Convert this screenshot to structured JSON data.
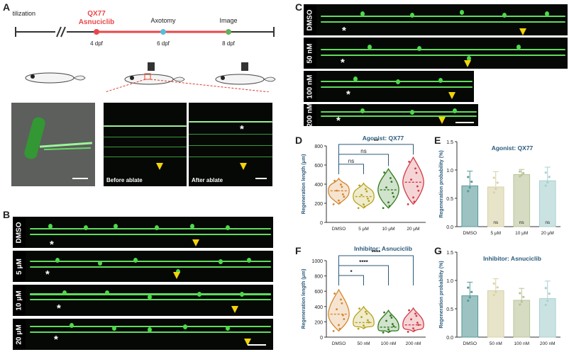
{
  "panels": {
    "A": "A",
    "B": "B",
    "C": "C",
    "D": "D",
    "E": "E",
    "F": "F",
    "G": "G"
  },
  "timeline": {
    "start_label": "Fertilization",
    "drug_line1": "QX77",
    "drug_line2": "Asnuciclib",
    "axotomy_label": "Axotomy",
    "image_label": "Image",
    "t1": "4 dpf",
    "t2": "6 dpf",
    "t3": "8 dpf",
    "colors": {
      "drug": "#e8474a",
      "axotomy": "#5bbcd9",
      "image": "#67b05a"
    }
  },
  "panel_a_images": {
    "before_label": "Before ablate",
    "after_label": "After ablate"
  },
  "panel_b_rows": [
    {
      "label": "DMSO"
    },
    {
      "label": "5 μM"
    },
    {
      "label": "10 μM"
    },
    {
      "label": "20 μM"
    }
  ],
  "panel_c_rows": [
    {
      "label": "DMSO"
    },
    {
      "label": "50 nM"
    },
    {
      "label": "100 nM"
    },
    {
      "label": "200 nM"
    }
  ],
  "markers": {
    "star": "*"
  },
  "chart_data": [
    {
      "id": "D",
      "type": "violin",
      "title": "Agonist: QX77",
      "ylabel": "Regeneration length (μm)",
      "categories": [
        "DMSO",
        "5 μM",
        "10 μM",
        "20 μM"
      ],
      "colors": [
        "#d4862e",
        "#b8a21c",
        "#2f7a1c",
        "#d23a45"
      ],
      "ylim": [
        0,
        800
      ],
      "yticks": [
        0,
        200,
        400,
        600,
        800
      ],
      "medians": [
        330,
        270,
        340,
        420
      ],
      "ranges": [
        [
          190,
          460
        ],
        [
          150,
          410
        ],
        [
          150,
          560
        ],
        [
          190,
          680
        ]
      ],
      "significance": [
        {
          "from": 0,
          "to": 1,
          "label": "ns"
        },
        {
          "from": 0,
          "to": 2,
          "label": "ns"
        },
        {
          "from": 0,
          "to": 3,
          "label": "**"
        }
      ]
    },
    {
      "id": "E",
      "type": "bar",
      "title": "Agonist: QX77",
      "ylabel": "Regeneration probability (%)",
      "categories": [
        "DMSO",
        "5 μM",
        "10 μM",
        "20 μM"
      ],
      "colors": [
        "#5a9a9a",
        "#d8d2a6",
        "#b9c49a",
        "#a7d1cf"
      ],
      "values": [
        0.72,
        0.7,
        0.92,
        0.81
      ],
      "errors": [
        0.26,
        0.27,
        0.09,
        0.24
      ],
      "ylim": [
        0,
        1.5
      ],
      "yticks": [
        "0.0",
        "0.5",
        "1.0",
        "1.5"
      ],
      "annotations": [
        "",
        "ns",
        "ns",
        "ns"
      ]
    },
    {
      "id": "F",
      "type": "violin",
      "title": "Inhibitor: Asnuciclib",
      "ylabel": "Regeneration length (μm)",
      "categories": [
        "DMSO",
        "50 nM",
        "100 nM",
        "200 nM"
      ],
      "colors": [
        "#d4862e",
        "#b8a21c",
        "#2f7a1c",
        "#d23a45"
      ],
      "ylim": [
        0,
        1000
      ],
      "yticks": [
        0,
        200,
        400,
        600,
        800,
        1000
      ],
      "medians": [
        300,
        190,
        130,
        160
      ],
      "ranges": [
        [
          80,
          620
        ],
        [
          110,
          400
        ],
        [
          60,
          350
        ],
        [
          70,
          380
        ]
      ],
      "significance": [
        {
          "from": 0,
          "to": 1,
          "label": "*"
        },
        {
          "from": 0,
          "to": 2,
          "label": "****"
        },
        {
          "from": 0,
          "to": 3,
          "label": "****"
        }
      ]
    },
    {
      "id": "G",
      "type": "bar",
      "title": "Inhibitor: Asnuciclib",
      "ylabel": "Regeneration probability (%)",
      "categories": [
        "DMSO",
        "50 nM",
        "100 nM",
        "200 nM"
      ],
      "colors": [
        "#5a9a9a",
        "#d8d2a6",
        "#b9c49a",
        "#a7d1cf"
      ],
      "values": [
        0.73,
        0.82,
        0.65,
        0.68
      ],
      "errors": [
        0.24,
        0.21,
        0.21,
        0.31
      ],
      "ylim": [
        0,
        1.5
      ],
      "yticks": [
        "0.0",
        "0.5",
        "1.0",
        "1.5"
      ],
      "annotations": [
        "",
        "",
        "",
        ""
      ]
    }
  ]
}
